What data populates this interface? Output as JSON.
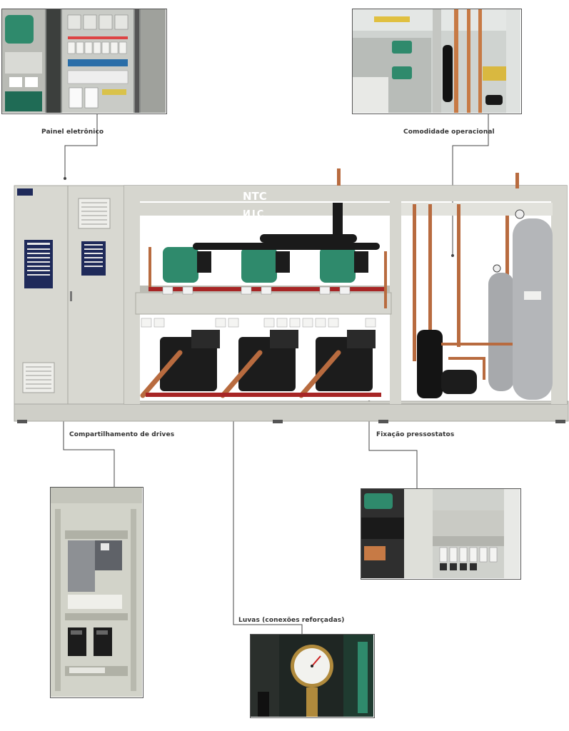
{
  "callouts": {
    "painel": "Painel eletrônico",
    "comodidade": "Comodidade operacional",
    "drives": "Compartilhamento de drives",
    "pressostatos": "Fixação pressostatos",
    "luvas": "Luvas (conexões reforçadas)"
  },
  "brand": {
    "logo_text": "NTC",
    "logo_mirror_text": "NTC"
  },
  "colors": {
    "frame": "#d6d6cf",
    "compressor_green": "#2f8a6c",
    "copper": "#b86b3f",
    "dark": "#1c1c1c",
    "panel_blue": "#1f2a5a",
    "leader": "#444444"
  },
  "icons": [
    "gauge-icon",
    "vent-grille-icon",
    "indicator-panel-icon"
  ]
}
